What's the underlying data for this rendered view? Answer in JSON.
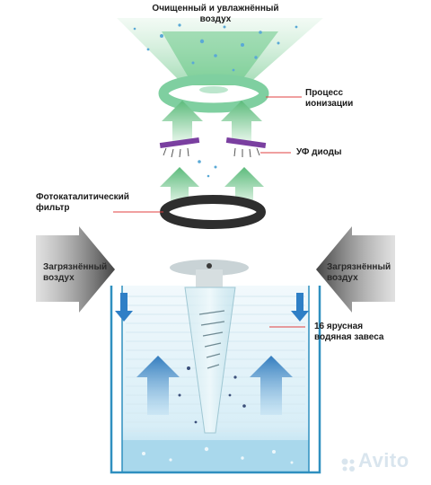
{
  "labels": {
    "top": "Очищенный и увлажнённый\nвоздух",
    "ionization": "Процесс\nионизации",
    "uv": "УФ диоды",
    "photo_filter": "Фотокаталитический\nфильтр",
    "dirty_left": "Загрязнённый\nвоздух",
    "dirty_right": "Загрязнённый\nвоздух",
    "curtain": "16 ярусная\nводяная завеса"
  },
  "watermark": "Avito",
  "colors": {
    "green_arrow": "#6fc08a",
    "ring": "#7fcfa0",
    "uv_bar": "#7a3fa0",
    "dark_ring": "#2e2e2e",
    "water": "#a9d8ec",
    "tank_line": "#2f8fbf",
    "blue_arrow": "#2f7fc6",
    "dirty_arrow": "#4a4a4a",
    "leader": "#e04040"
  }
}
